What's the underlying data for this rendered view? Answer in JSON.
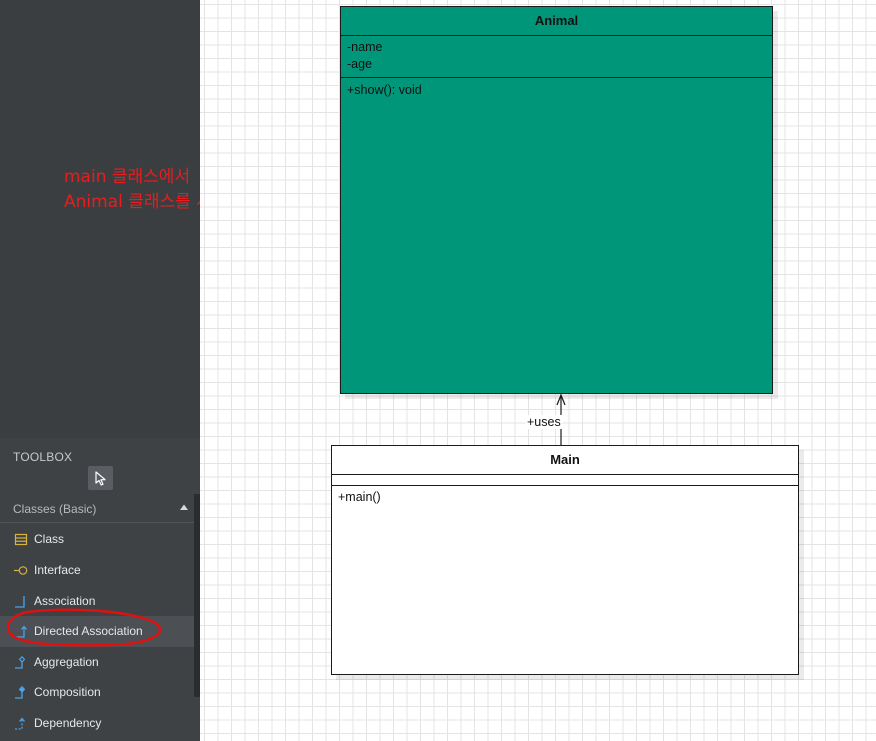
{
  "annotation": {
    "line1": "main 클래스에서",
    "line2": "Animal 클래스를 사용함",
    "color": "#e81d1d"
  },
  "toolbox": {
    "title": "TOOLBOX",
    "section_title": "Classes (Basic)",
    "items": [
      {
        "label": "Class",
        "icon": "class-icon"
      },
      {
        "label": "Interface",
        "icon": "interface-icon"
      },
      {
        "label": "Association",
        "icon": "association-icon"
      },
      {
        "label": "Directed Association",
        "icon": "directed-association-icon",
        "selected": true
      },
      {
        "label": "Aggregation",
        "icon": "aggregation-icon"
      },
      {
        "label": "Composition",
        "icon": "composition-icon"
      },
      {
        "label": "Dependency",
        "icon": "dependency-icon"
      }
    ]
  },
  "diagram": {
    "animal": {
      "name": "Animal",
      "attributes": [
        "-name",
        "-age"
      ],
      "operations": [
        "+show(): void"
      ],
      "fill": "#00967a"
    },
    "main": {
      "name": "Main",
      "attributes": [],
      "operations": [
        "+main()"
      ],
      "fill": "#ffffff"
    },
    "association_label": "+uses"
  }
}
